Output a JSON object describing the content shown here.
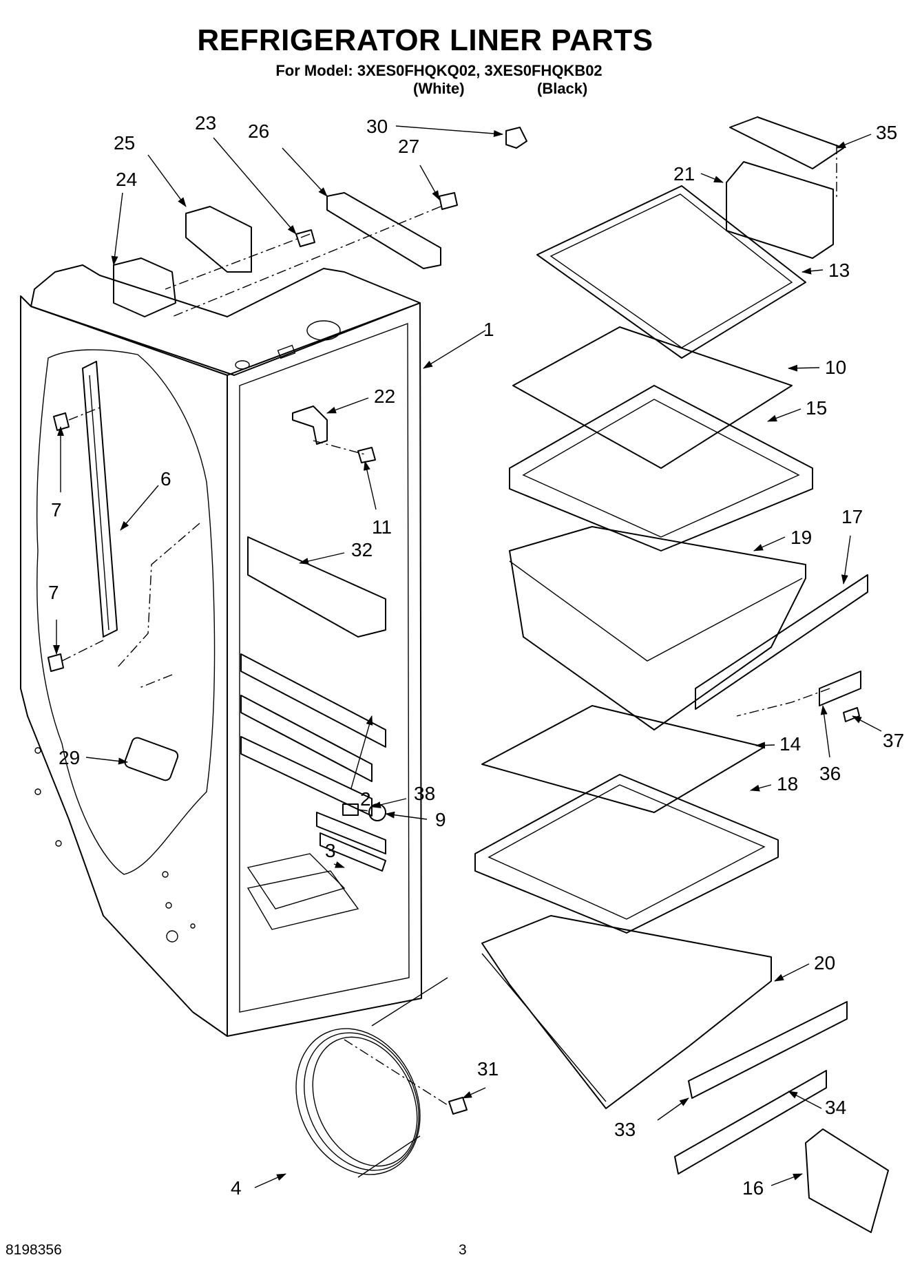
{
  "header": {
    "title": "REFRIGERATOR LINER PARTS",
    "model_line": "For Model: 3XES0FHQKQ02, 3XES0FHQKB02",
    "variant_white": "(White)",
    "variant_black": "(Black)"
  },
  "footer": {
    "doc_number": "8198356",
    "page_number": "3"
  },
  "callouts": [
    "1",
    "2",
    "3",
    "4",
    "6",
    "7",
    "7",
    "9",
    "10",
    "11",
    "13",
    "14",
    "15",
    "16",
    "17",
    "18",
    "19",
    "20",
    "21",
    "22",
    "23",
    "24",
    "25",
    "26",
    "27",
    "29",
    "30",
    "31",
    "32",
    "33",
    "34",
    "35",
    "36",
    "37",
    "38"
  ]
}
